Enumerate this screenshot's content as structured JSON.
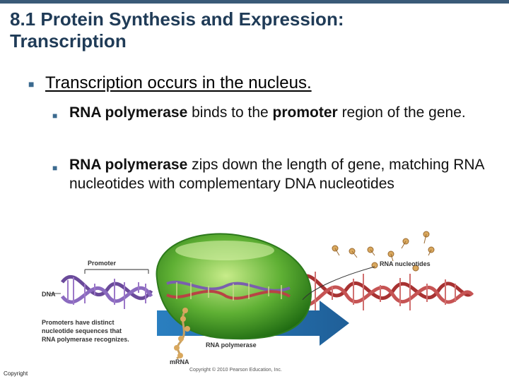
{
  "slide": {
    "title_line1": "8.1 Protein Synthesis and Expression:",
    "title_line2": "Transcription",
    "bullet": "Transcription occurs in the nucleus.",
    "sub1": {
      "b1": "RNA polymerase",
      "t1": " binds to the ",
      "b2": "promoter",
      "t2": " region of the gene."
    },
    "sub2": {
      "b1": "RNA polymerase",
      "t1": " zips down the length of gene, matching RNA nucleotides with complementary DNA nucleotides"
    },
    "copyright": "Copyright",
    "credit": "Copyright © 2010 Pearson Education, Inc."
  },
  "figure": {
    "label_promoter": "Promoter",
    "label_dna": "DNA",
    "label_rna_nucleotides": "RNA nucleotides",
    "label_rna_polymerase": "RNA polymerase",
    "label_mrna": "mRNA",
    "caption_l1": "Promoters have distinct",
    "caption_l2": "nucleotide sequences that",
    "caption_l3": "RNA polymerase recognizes."
  }
}
